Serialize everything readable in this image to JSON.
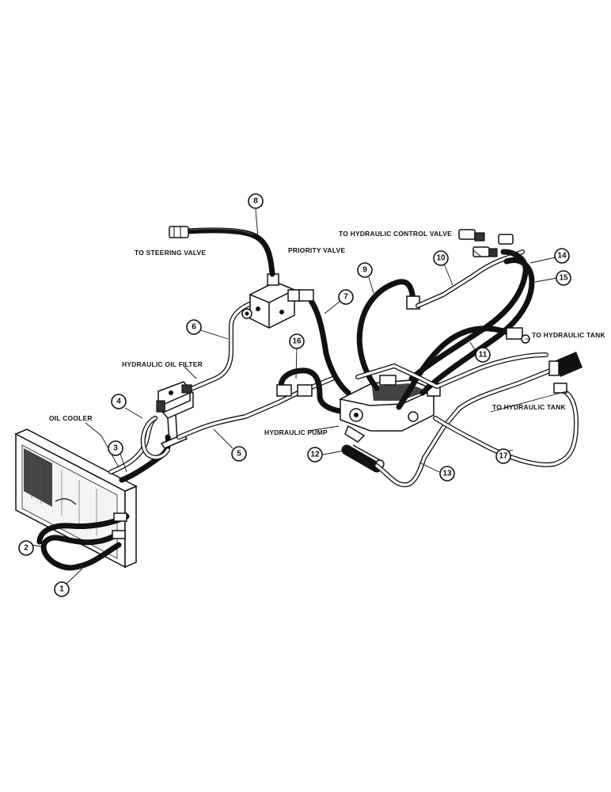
{
  "labels": {
    "to_steering_valve": "TO STEERING VALVE",
    "priority_valve": "PRIORITY VALVE",
    "to_hydraulic_control_valve": "TO HYDRAULIC CONTROL VALVE",
    "to_hydraulic_tank_upper": "TO HYDRAULIC TANK",
    "to_hydraulic_tank_lower": "TO HYDRAULIC TANK",
    "hydraulic_oil_filter": "HYDRAULIC OIL FILTER",
    "oil_cooler": "OIL COOLER",
    "hydraulic_pump": "HYDRAULIC PUMP"
  },
  "callouts": [
    "1",
    "2",
    "3",
    "4",
    "5",
    "6",
    "7",
    "8",
    "9",
    "10",
    "11",
    "12",
    "13",
    "14",
    "15",
    "16",
    "17"
  ]
}
